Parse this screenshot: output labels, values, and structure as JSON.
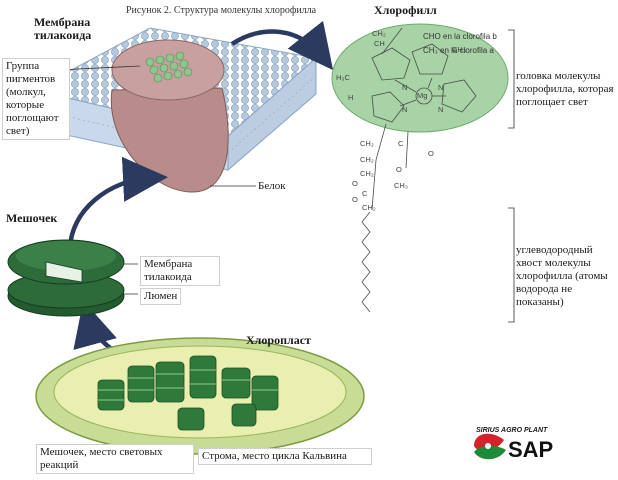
{
  "title": "Рисунок 2. Структура молекулы хлорофилла",
  "labels": {
    "membrane_top": "Мембрана тилакоида",
    "pigments": "Группа пигментов (молкул, которые поглощают свет)",
    "protein": "Белок",
    "sac": "Мешочек",
    "membrane_mid": "Мембрана тилакоида",
    "lumen": "Люмен",
    "chloroplast": "Хлоропласт",
    "sac_desc": "Мешочек, место световых реакций",
    "stroma_desc": "Строма, место цикла Кальвина",
    "chlorophyll": "Хлорофилл",
    "cho_note": "CHO en la clorofila b",
    "ch3_note": "CH₃ en la clorofila a",
    "head_desc": "головка молекулы хлорофилла, которая поглощает свет",
    "tail_desc": "углеводородный хвост молекулы хлорофилла (атомы водорода не показаны)"
  },
  "chem": {
    "mg": "Mg",
    "atoms": [
      "CH₂",
      "CH",
      "H₃C",
      "CH₃",
      "H",
      "N",
      "N",
      "N",
      "N",
      "CH₂",
      "CH₂",
      "C",
      "O",
      "O",
      "CH₃",
      "CH₂",
      "O",
      "C",
      "O",
      "CH₂"
    ]
  },
  "logo": {
    "brand": "SIRIUS AGRO PLANT",
    "text": "SAP"
  },
  "colors": {
    "membrane": "#a9c2dc",
    "protein": "#b98c8c",
    "pigment": "#8fc58f",
    "head": "#a8d3a6",
    "sac": "#2d6b3a",
    "arrow": "#2c3a60",
    "logo_red": "#d1242b",
    "logo_green": "#1f8a3a"
  }
}
